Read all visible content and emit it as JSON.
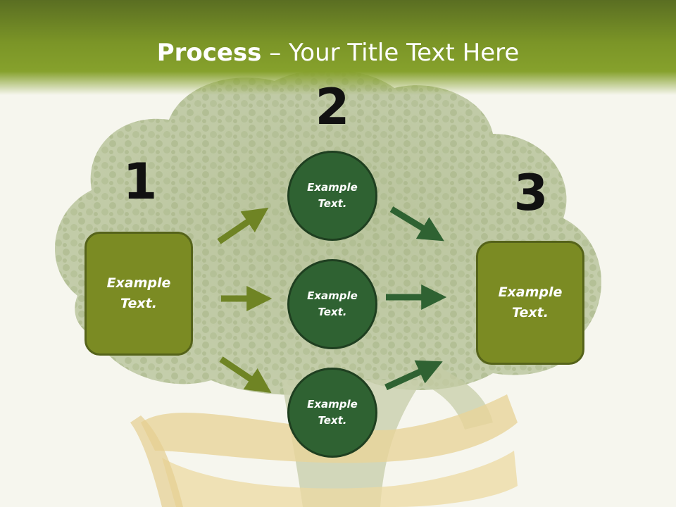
{
  "title": {
    "bold": "Process",
    "rest": " – Your Title Text Here"
  },
  "numbers": [
    "1",
    "2",
    "3"
  ],
  "left_box": {
    "text": "Example\nText."
  },
  "right_box": {
    "text": "Example\nText."
  },
  "circles": [
    {
      "text": "Example\nText."
    },
    {
      "text": "Example\nText."
    },
    {
      "text": "Example\nText."
    }
  ],
  "colors": {
    "olive_box": "#7b8b23",
    "dark_green_circle": "#2f6232",
    "arrow_olive": "#6f8424",
    "arrow_dark_green": "#2f6232",
    "title_band": "#7b9527"
  },
  "background_image": "broccoli-with-measuring-tape"
}
